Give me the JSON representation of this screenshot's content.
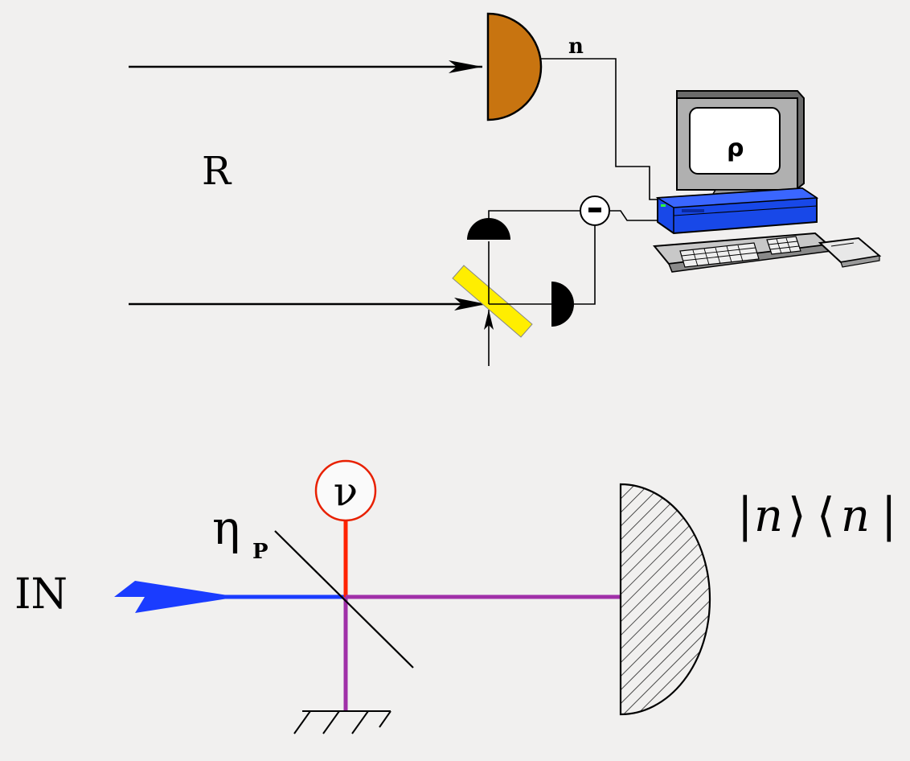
{
  "top_panel": {
    "label_R": "R",
    "label_n": "n",
    "label_rho": "ρ",
    "subtractor_symbol": "-"
  },
  "bottom_panel": {
    "label_in": "IN",
    "label_eta": "η",
    "label_eta_sub": "P",
    "label_nu": "ν",
    "projector": {
      "bar_left": "|",
      "ket": "n",
      "ket_close": "⟩",
      "bra_open": "⟨",
      "bra": "n",
      "bar_right": "|"
    }
  },
  "colors": {
    "background": "#f1f0ef",
    "photodetector": "#c87410",
    "beam_splitter": "#ffee00",
    "input_beam": "#1a3cff",
    "reflected_path": "#ff2200",
    "transmitted_path": "#a030a8",
    "nu_circle": "#e82000",
    "computer_gray": "#a8a8a8",
    "computer_blue": "#1848e8"
  }
}
